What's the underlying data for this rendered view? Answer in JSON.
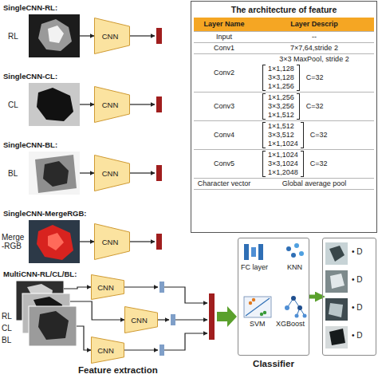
{
  "diagram": {
    "nodes": [
      {
        "text": [
          "RL"
        ]
      },
      {
        "text": [
          "CNN"
        ]
      },
      {
        "text": [
          "CL"
        ]
      },
      {
        "text": [
          "CNN"
        ]
      },
      {
        "text": [
          "BL"
        ]
      },
      {
        "text": [
          "CNN"
        ]
      },
      {
        "text": [
          "Merge -RGB"
        ]
      },
      {
        "text": [
          "CNN"
        ]
      },
      {
        "text": [
          "RL"
        ]
      },
      {
        "text": [
          "CL"
        ]
      },
      {
        "text": [
          "BL"
        ]
      },
      {
        "text": [
          "CNN"
        ]
      },
      {
        "text": [
          "CNN"
        ]
      },
      {
        "text": [
          "CNN"
        ]
      },
      {
        "text": [
          "The architecture of feature"
        ]
      },
      {
        "text": [
          "Classifier"
        ]
      },
      {
        "text": [
          "• D",
          "• D",
          "• D",
          "• D"
        ]
      }
    ],
    "edges": [
      {
        "from": 0,
        "to": 1,
        "arrow": "to"
      },
      {
        "from": 2,
        "to": 3,
        "arrow": "to"
      },
      {
        "from": 4,
        "to": 5,
        "arrow": "to"
      },
      {
        "from": 6,
        "to": 7,
        "arrow": "to"
      },
      {
        "from": 8,
        "to": 11,
        "arrow": "to"
      },
      {
        "from": 9,
        "to": 12,
        "arrow": "to"
      },
      {
        "from": 10,
        "to": 13,
        "arrow": "to"
      },
      {
        "from": 15,
        "to": 16,
        "arrow": "to"
      }
    ],
    "labels": [
      "SingleCNN-RL:",
      "SingleCNN-CL:",
      "SingleCNN-BL:",
      "SingleCNN-MergeRGB:",
      "MultiCNN-RL/CL/BL:",
      "Layer Name",
      "Layer Descrip",
      "Input",
      "--",
      "Conv1",
      "7×7,64,stride 2",
      "Conv2",
      "3×3 MaxPool, stride 2",
      "1×1,128",
      "3×3,128",
      "1×1,256",
      "C=32",
      "Conv3",
      "1×1,256",
      "3×3,256",
      "1×1,512",
      "C=32",
      "Conv4",
      "1×1,512",
      "3×3,512",
      "1×1,1024",
      "C=32",
      "Conv5",
      "1×1,1024",
      "3×3,1024",
      "1×1,2048",
      "C=32",
      "Character vector",
      "Global average pool",
      "FC layer",
      "KNN",
      "SVM",
      "XGBoost",
      "Feature extraction"
    ]
  }
}
